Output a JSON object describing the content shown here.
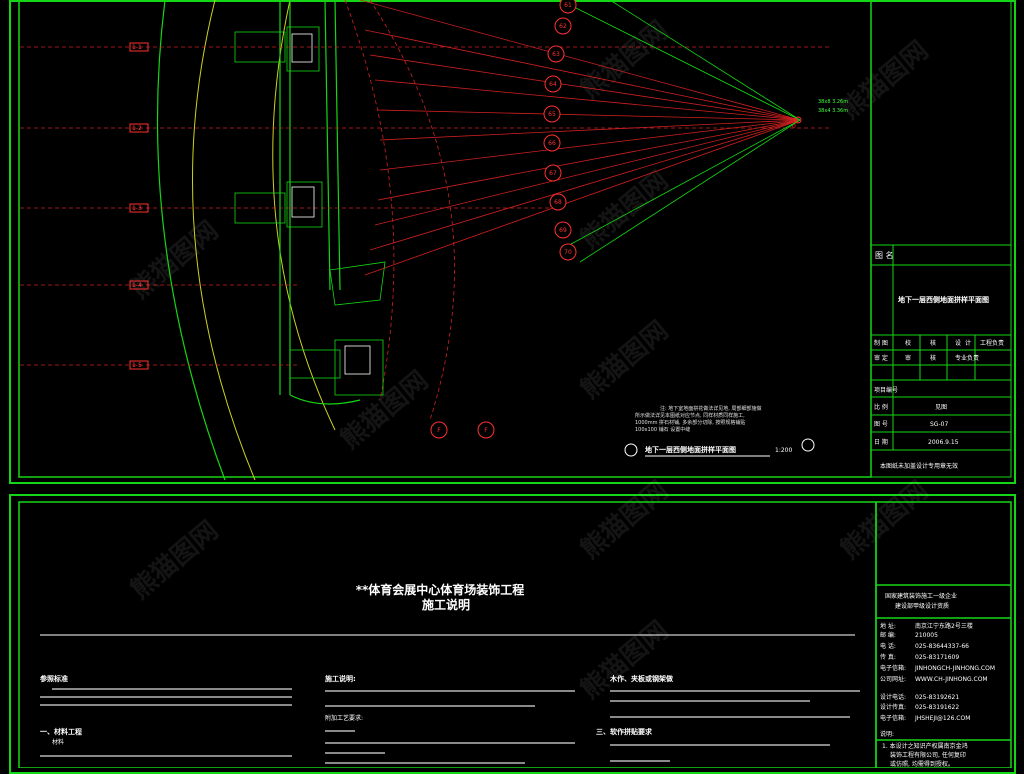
{
  "top_sheet": {
    "title_block": {
      "drawing_name_label": "图 名",
      "drawing_name": "地下一层西侧地面拼样平面图",
      "review_row": [
        "制 图",
        "校",
        "核",
        "设",
        "计",
        "工程负责"
      ],
      "review_row2": [
        "审 定",
        "审",
        "核",
        "专业负责"
      ],
      "project_no_label": "项目编号",
      "scale_label": "比 例",
      "scale_value": "见图",
      "drawing_no_label": "图 号",
      "drawing_no": "SG-07",
      "date_label": "日 期",
      "date": "2006.9.15",
      "footer": "本图纸未加盖设计专用章无效"
    },
    "plan_caption": "地下一层西侧地面拼样平面图",
    "plan_scale": "1:200",
    "note_lines": [
      "注: 地下室地面拼花做法详见地, 局部细部施做",
      "所示做法详见本图纸对应节点, 同样材质同样施工,",
      "1000mm 拼石材铺, 多余部分切除, 按照规格铺贴",
      "100x100 铺石 设置中缝"
    ],
    "dim_label_1": "38x8 3.26m",
    "dim_label_2": "38x4 3.36m",
    "center_label": "0",
    "grid_circles": [
      "61",
      "62",
      "63",
      "64",
      "65",
      "66",
      "67",
      "68",
      "69",
      "70"
    ],
    "axis_circles": [
      "F",
      "F"
    ],
    "left_axis_tags": [
      "1-1",
      "1-2",
      "1-3",
      "1-4",
      "1-5"
    ]
  },
  "bottom_sheet": {
    "title_line1": "**体育会展中心体育场装饰工程",
    "title_line2": "施工说明",
    "company_block": {
      "company_line1": "国家建筑装饰施工一级企业",
      "company_line2": "建设部甲级设计资质",
      "address_label": "地 址:",
      "address": "南京江宁东路2号三楼",
      "postcode_label": "邮 编:",
      "postcode": "210005",
      "phone_label": "电 话:",
      "phone": "025-83644337-66",
      "fax_label": "传 真:",
      "fax": "025-83171609",
      "email_label": "电子信箱:",
      "email": "JINHONGCH-JINHONG.COM",
      "website_label": "公司网址:",
      "website": "WWW.CH-JINHONG.COM",
      "design_phone_label": "设计电话:",
      "design_phone": "025-83192621",
      "design_fax_label": "设计传真:",
      "design_fax": "025-83191622",
      "design_email_label": "电子信箱:",
      "design_email": "JHSHEJI@126.COM",
      "notes_label": "说明:",
      "note1": "1. 本设计之知识产权属南京金鸿",
      "note2": "装饰工程有限公司, 任何复印",
      "note3": "或仿照, 均需得到授权。"
    },
    "col1_heading": "参照标准",
    "col1_sub": "一、材料工程",
    "col1_sub2": "材料",
    "col2_heading": "施工说明:",
    "col2_item": "附加工艺要求:",
    "col3_heading": "木作、夹板或钢架做",
    "col3_sub": "三、软作拼贴要求"
  }
}
